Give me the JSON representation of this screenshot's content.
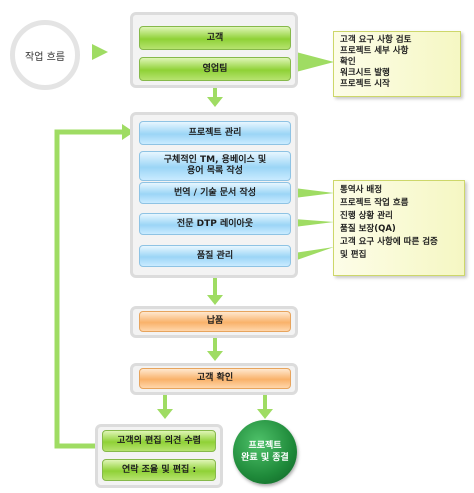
{
  "start": "작업 흐름",
  "top_group": [
    "고객",
    "영업팀"
  ],
  "note_top": [
    "고객 요구 사항 검토",
    "프로젝트 세부 사항",
    "확인",
    "워크시트 발행",
    "프로젝트 시작"
  ],
  "project_steps": [
    "프로젝트 관리",
    "구체적인 TM, 용베이스 및",
    "용어 목록 작성",
    "번역 / 기술 문서 작성",
    "전문 DTP 레이아웃",
    "품질 관리"
  ],
  "note_mid": [
    "통역사 배정",
    "프로젝트 작업 흐름",
    "진행 상황 관리",
    "품질 보장(QA)",
    "고객 요구 사항에 따른 검증",
    "및 편집"
  ],
  "delivery": "납품",
  "customer_check": "고객 확인",
  "revision": [
    "고객의 편집 의견 수렴",
    "연락 조율 및 편집 :"
  ],
  "end": [
    "프로젝트",
    "완료 및 종결"
  ],
  "colors": {
    "green": "#8fd136",
    "blue": "#9bd5f6",
    "orange": "#f9b26a",
    "arrow": "#9fdc63",
    "end": "#1f8a3a"
  }
}
